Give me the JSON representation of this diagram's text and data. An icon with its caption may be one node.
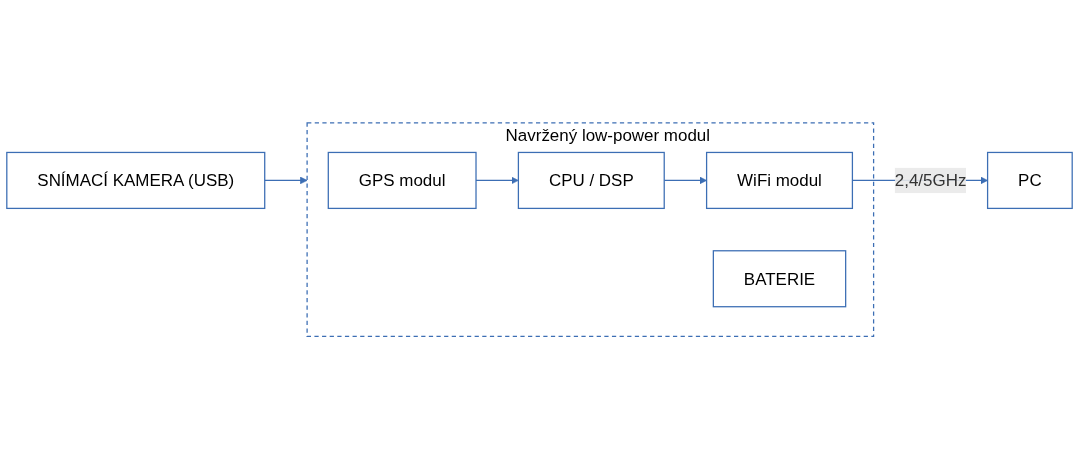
{
  "diagram": {
    "nodes": [
      {
        "text": [
          "Navržený low-power modul"
        ]
      },
      {
        "text": [
          "GPS modul"
        ],
        "in": 0
      },
      {
        "text": [
          "CPU / DSP"
        ],
        "in": 0
      },
      {
        "text": [
          "WiFi modul"
        ],
        "in": 0
      },
      {
        "text": [
          "BATERIE"
        ],
        "in": 0
      },
      {
        "text": [
          "SNÍMACÍ KAMERA (USB)"
        ]
      },
      {
        "text": [
          "PC"
        ]
      }
    ],
    "edges": [
      {
        "from": 5,
        "to": 0,
        "arrow": "to"
      },
      {
        "from": 1,
        "to": 2,
        "arrow": "to"
      },
      {
        "from": 2,
        "to": 3,
        "arrow": "to"
      },
      {
        "from": 3,
        "to": 6,
        "arrow": "to",
        "label": "2,4/5GHz"
      }
    ]
  }
}
